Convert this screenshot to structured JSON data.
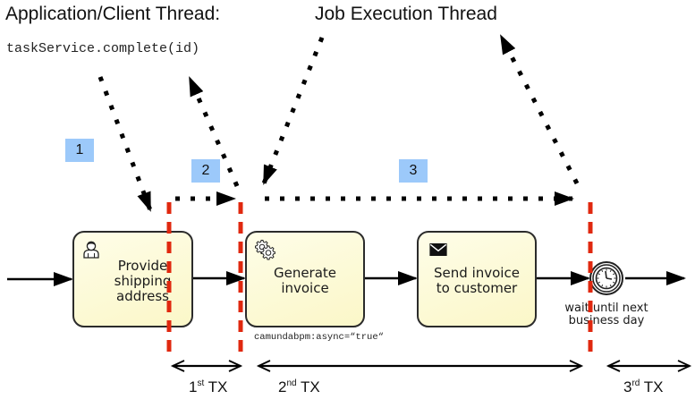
{
  "headings": {
    "client_thread": "Application/Client Thread:",
    "job_thread": "Job Execution Thread",
    "client_call": "taskService.complete(id)"
  },
  "steps": [
    {
      "label": "1"
    },
    {
      "label": "2"
    },
    {
      "label": "3"
    }
  ],
  "tasks": [
    {
      "label": "Provide\nshipping\naddress",
      "icon": "user-icon"
    },
    {
      "label": "Generate\ninvoice",
      "icon": "gear-icon",
      "annotation": "camundabpm:async=“true“"
    },
    {
      "label": "Send invoice\nto customer",
      "icon": "envelope-icon"
    }
  ],
  "timer_event": {
    "label": "wait until next\nbusiness day",
    "icon": "clock-icon"
  },
  "transactions": [
    {
      "ordinal": "1",
      "suffix": "st",
      "label": "TX"
    },
    {
      "ordinal": "2",
      "suffix": "nd",
      "label": "TX"
    },
    {
      "ordinal": "3",
      "suffix": "rd",
      "label": "TX"
    }
  ],
  "colors": {
    "boundary": "#e0280f",
    "step_badge": "#9cc9fa",
    "task_fill": "#fbf7c8",
    "flow": "#000000"
  }
}
